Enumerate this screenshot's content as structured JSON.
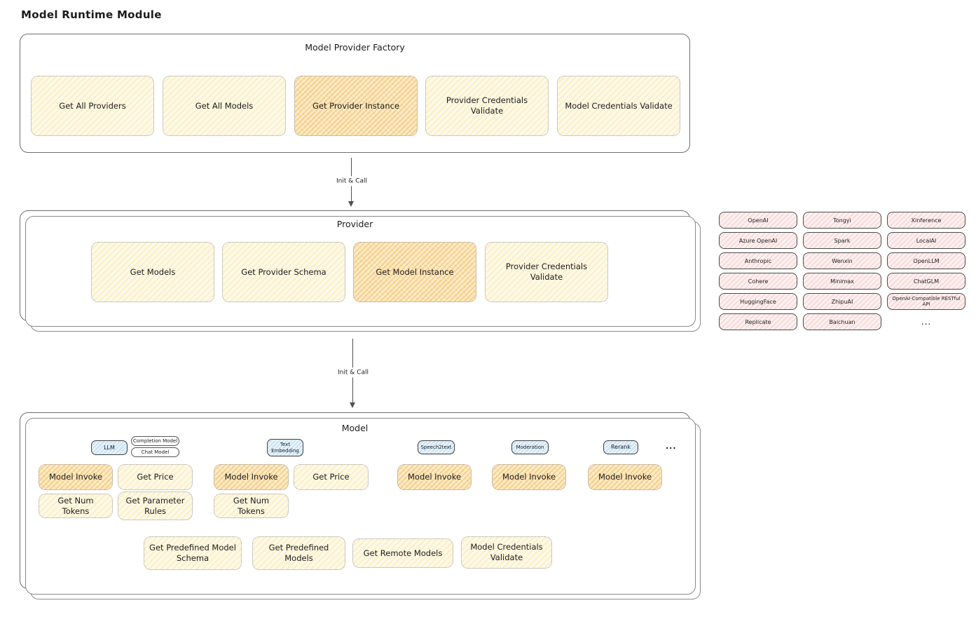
{
  "page": {
    "title": "Model Runtime Module"
  },
  "colors": {
    "card_yellow": "#fdf9e9",
    "card_orange_highlight": "#f2b046",
    "pill_pink": "#fdf1f1",
    "tag_blue": "#e8f3fb",
    "border_dark": "#4c4c4c",
    "box_border": "#6e6e6e"
  },
  "factory": {
    "title": "Model Provider Factory",
    "cards": [
      {
        "label": "Get All Providers",
        "highlighted": false
      },
      {
        "label": "Get All Models",
        "highlighted": false
      },
      {
        "label": "Get Provider Instance",
        "highlighted": true
      },
      {
        "label": "Provider Credentials Validate",
        "highlighted": false
      },
      {
        "label": "Model Credentials Validate",
        "highlighted": false
      }
    ]
  },
  "arrows": {
    "init_call_1": "Init & Call",
    "init_call_2": "Init & Call"
  },
  "provider": {
    "title": "Provider",
    "cards": [
      {
        "label": "Get Models",
        "highlighted": false
      },
      {
        "label": "Get Provider Schema",
        "highlighted": false
      },
      {
        "label": "Get Model Instance",
        "highlighted": true
      },
      {
        "label": "Provider Credentials Validate",
        "highlighted": false
      }
    ]
  },
  "provider_list": {
    "items": [
      "OpenAI",
      "Tongyi",
      "Xinference",
      "Azure OpenAI",
      "Spark",
      "LocalAI",
      "Anthropic",
      "Wenxin",
      "OpenLLM",
      "Cohere",
      "Minimax",
      "ChatGLM",
      "HuggingFace",
      "ZhipuAI",
      "OpenAI-Compatible RESTful API",
      "Replicate",
      "Baichuan"
    ],
    "more": "..."
  },
  "model": {
    "title": "Model",
    "groups": [
      {
        "tag": "LLM",
        "subtags": [
          "Completion Model",
          "Chat Model"
        ],
        "cards": [
          {
            "label": "Model Invoke",
            "highlighted": true
          },
          {
            "label": "Get Price",
            "highlighted": false
          },
          {
            "label": "Get Num Tokens",
            "highlighted": false
          },
          {
            "label": "Get Parameter Rules",
            "highlighted": false
          }
        ]
      },
      {
        "tag": "Text Embedding",
        "cards": [
          {
            "label": "Model Invoke",
            "highlighted": true
          },
          {
            "label": "Get Price",
            "highlighted": false
          },
          {
            "label": "Get Num Tokens",
            "highlighted": false
          }
        ]
      },
      {
        "tag": "Speech2text",
        "cards": [
          {
            "label": "Model Invoke",
            "highlighted": true
          }
        ]
      },
      {
        "tag": "Moderation",
        "cards": [
          {
            "label": "Model Invoke",
            "highlighted": true
          }
        ]
      },
      {
        "tag": "Rerank",
        "cards": [
          {
            "label": "Model Invoke",
            "highlighted": true
          }
        ]
      }
    ],
    "more": "...",
    "bottom_cards": [
      {
        "label": "Get Predefined Model Schema"
      },
      {
        "label": "Get Predefined Models"
      },
      {
        "label": "Get Remote Models"
      },
      {
        "label": "Model Credentials Validate"
      }
    ]
  }
}
